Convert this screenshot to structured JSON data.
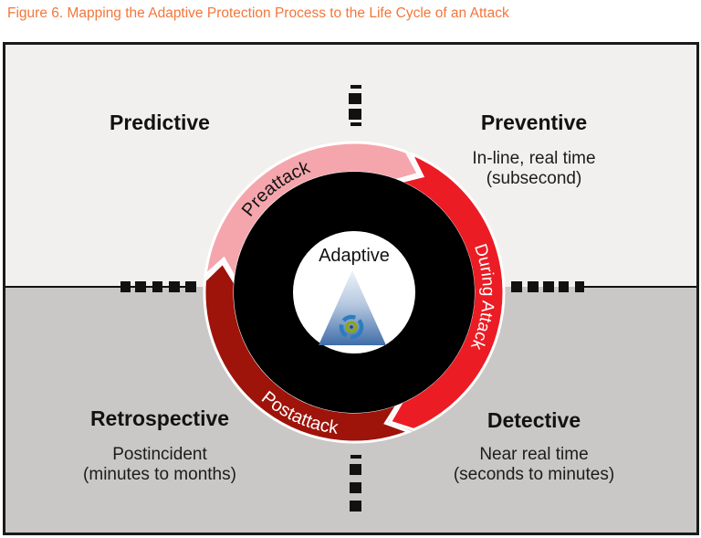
{
  "figure": {
    "title": "Figure 6. Mapping the Adaptive Protection Process to the Life Cycle of an Attack"
  },
  "quadrants": {
    "predictive": {
      "label": "Predictive"
    },
    "preventive": {
      "label": "Preventive",
      "line1": "In-line, real time",
      "line2": "(subsecond)"
    },
    "retrospective": {
      "label": "Retrospective",
      "line1": "Postincident",
      "line2": "(minutes to months)"
    },
    "detective": {
      "label": "Detective",
      "line1": "Near real time",
      "line2": "(seconds to minutes)"
    }
  },
  "ring": {
    "center_label": "Adaptive",
    "arcs": [
      {
        "label": "Preattack",
        "color": "#f5a6ac",
        "text_color": "#141414"
      },
      {
        "label": "During Attack",
        "color": "#ec1c24",
        "text_color": "#ffffff"
      },
      {
        "label": "Postattack",
        "color": "#9e130a",
        "text_color": "#ffffff"
      }
    ]
  },
  "colors": {
    "title_orange": "#f4763a",
    "top_zone_background": "#f1f0ee",
    "bottom_zone_background": "#c9c8c6",
    "ring_black": "#000000",
    "boundary_dash_black": "#111111",
    "pyramid_blue": "#3f6ea8"
  }
}
